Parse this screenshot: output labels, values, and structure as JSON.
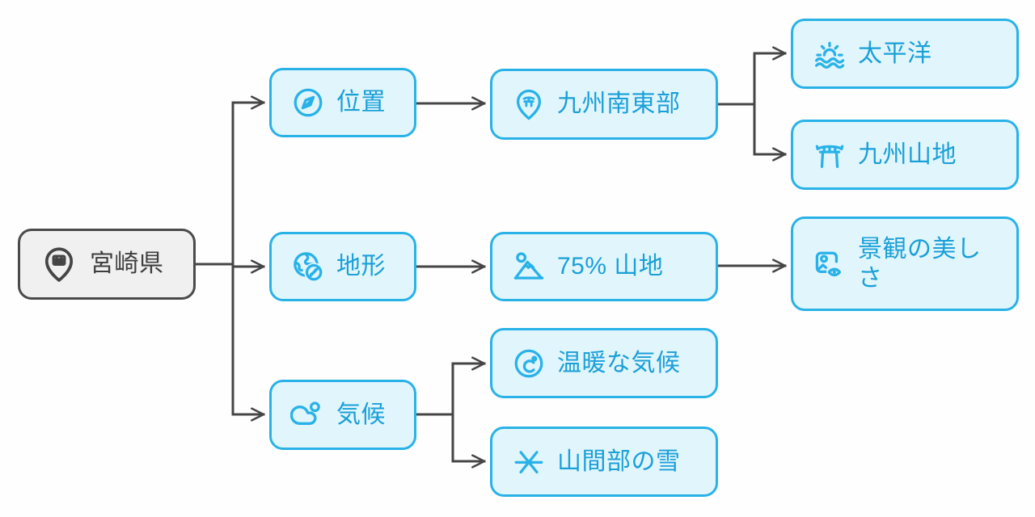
{
  "diagram": {
    "type": "flowchart-mindmap",
    "colors": {
      "background": "#fefefe",
      "node_fill": "#e1f5fd",
      "node_border": "#29b2e8",
      "node_text": "#1aa0d8",
      "root_fill": "#f0f0f0",
      "root_border": "#4a4a4a",
      "root_text": "#3e3e3e",
      "connector": "#454545"
    },
    "nodes": {
      "root": {
        "label": "宮崎県",
        "icon": "map-pin-sign-icon"
      },
      "ichi": {
        "label": "位置",
        "icon": "compass-icon"
      },
      "kyushu_se": {
        "label": "九州南東部",
        "icon": "map-pin-torii-icon"
      },
      "taiheiyo": {
        "label": "太平洋",
        "icon": "sunrise-waves-icon"
      },
      "kyushu_sanchi": {
        "label": "九州山地",
        "icon": "torii-gate-icon"
      },
      "chikei": {
        "label": "地形",
        "icon": "globe-off-icon"
      },
      "sanchi75": {
        "label": "75% 山地",
        "icon": "mountain-landscape-icon"
      },
      "keikan": {
        "label": "景観の美しさ",
        "icon": "image-eye-icon"
      },
      "kiko": {
        "label": "気候",
        "icon": "cloud-sun-icon"
      },
      "ondan": {
        "label": "温暖な気候",
        "icon": "celsius-icon"
      },
      "sankanbu": {
        "label": "山間部の雪",
        "icon": "snowflake-icon"
      }
    },
    "edges": [
      {
        "from": "宮崎県",
        "to": "位置"
      },
      {
        "from": "宮崎県",
        "to": "地形"
      },
      {
        "from": "宮崎県",
        "to": "気候"
      },
      {
        "from": "位置",
        "to": "九州南東部"
      },
      {
        "from": "九州南東部",
        "to": "太平洋"
      },
      {
        "from": "九州南東部",
        "to": "九州山地"
      },
      {
        "from": "地形",
        "to": "75% 山地"
      },
      {
        "from": "75% 山地",
        "to": "景観の美しさ"
      },
      {
        "from": "気候",
        "to": "温暖な気候"
      },
      {
        "from": "気候",
        "to": "山間部の雪"
      }
    ]
  }
}
